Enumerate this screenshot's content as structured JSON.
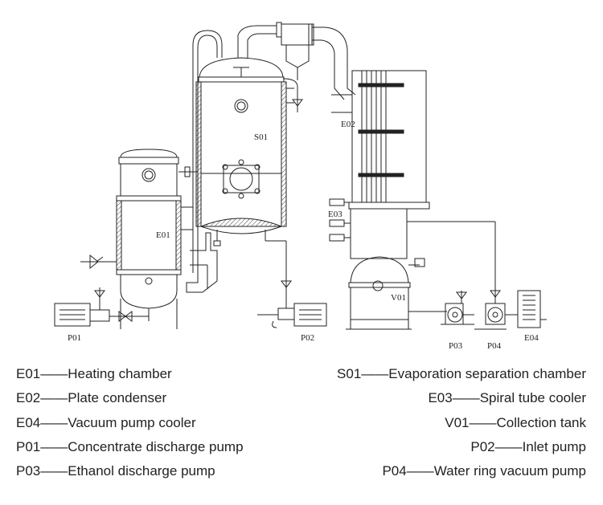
{
  "tags": {
    "s01": "S01",
    "e01": "E01",
    "e02": "E02",
    "e03": "E03",
    "e04": "E04",
    "v01": "V01",
    "p01": "P01",
    "p02": "P02",
    "p03": "P03",
    "p04": "P04"
  },
  "legend": {
    "e01": "E01——Heating chamber",
    "s01": "S01——Evaporation separation chamber",
    "e02": "E02——Plate condenser",
    "e03": "E03——Spiral tube cooler",
    "e04": "E04——Vacuum pump cooler",
    "v01": "V01——Collection tank",
    "p01": "P01——Concentrate discharge pump",
    "p02": "P02——Inlet pump",
    "p03": "P03——Ethanol discharge pump",
    "p04": "P04——Water ring vacuum pump"
  }
}
